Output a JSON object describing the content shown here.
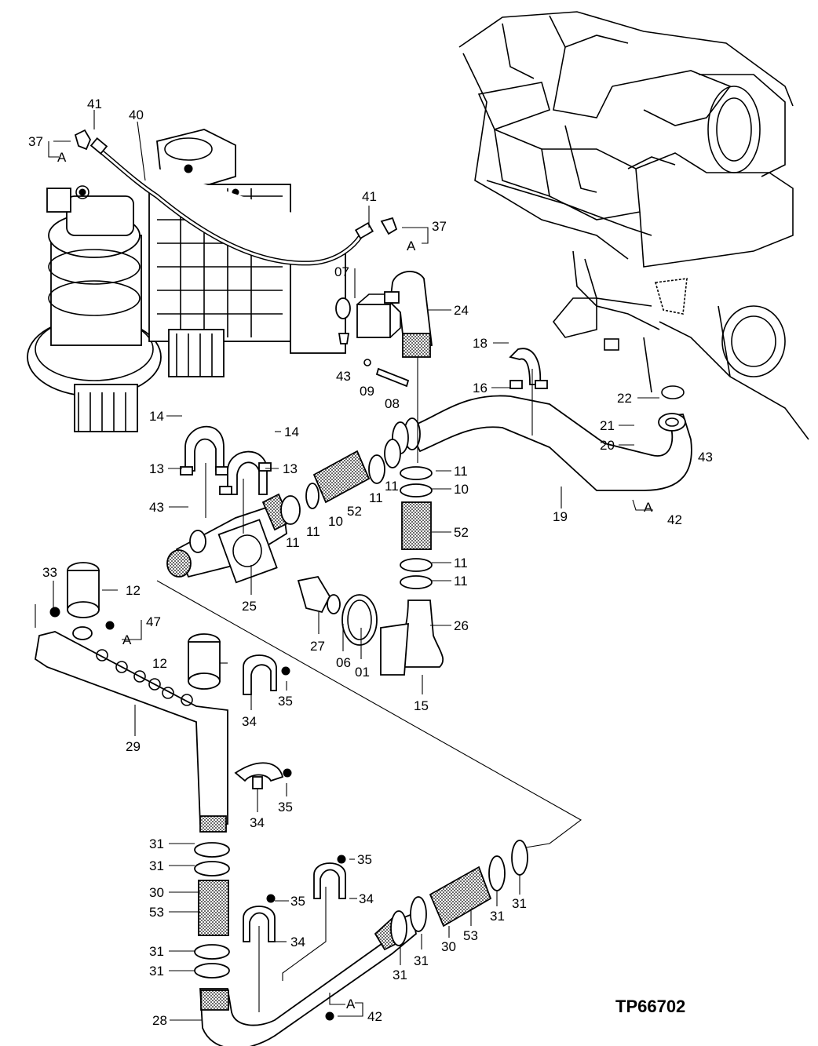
{
  "drawing_code": "TP66702",
  "callouts": [
    {
      "id": "c41a",
      "text": "41"
    },
    {
      "id": "c40",
      "text": "40"
    },
    {
      "id": "c37a",
      "text": "37"
    },
    {
      "id": "cAa",
      "text": "A"
    },
    {
      "id": "c41b",
      "text": "41"
    },
    {
      "id": "c37b",
      "text": "37"
    },
    {
      "id": "cAb",
      "text": "A"
    },
    {
      "id": "c07",
      "text": "07"
    },
    {
      "id": "c24",
      "text": "24"
    },
    {
      "id": "c43a",
      "text": "43"
    },
    {
      "id": "c09",
      "text": "09"
    },
    {
      "id": "c08",
      "text": "08"
    },
    {
      "id": "c18",
      "text": "18"
    },
    {
      "id": "c16",
      "text": "16"
    },
    {
      "id": "c22",
      "text": "22"
    },
    {
      "id": "c21",
      "text": "21"
    },
    {
      "id": "c20",
      "text": "20"
    },
    {
      "id": "c43b",
      "text": "43"
    },
    {
      "id": "c14a",
      "text": "14"
    },
    {
      "id": "c14b",
      "text": "14"
    },
    {
      "id": "c13a",
      "text": "13"
    },
    {
      "id": "c13b",
      "text": "13"
    },
    {
      "id": "c11a",
      "text": "11"
    },
    {
      "id": "c11b",
      "text": "11"
    },
    {
      "id": "c11c",
      "text": "11"
    },
    {
      "id": "c11d",
      "text": "11"
    },
    {
      "id": "c11e",
      "text": "11"
    },
    {
      "id": "c10a",
      "text": "10"
    },
    {
      "id": "c52a",
      "text": "52"
    },
    {
      "id": "c10b",
      "text": "10"
    },
    {
      "id": "c52b",
      "text": "52"
    },
    {
      "id": "c11f",
      "text": "11"
    },
    {
      "id": "c11g",
      "text": "11"
    },
    {
      "id": "c43c",
      "text": "43"
    },
    {
      "id": "c19",
      "text": "19"
    },
    {
      "id": "cAc",
      "text": "A"
    },
    {
      "id": "c42a",
      "text": "42"
    },
    {
      "id": "c33",
      "text": "33"
    },
    {
      "id": "c12a",
      "text": "12"
    },
    {
      "id": "c47",
      "text": "47"
    },
    {
      "id": "cAd",
      "text": "A"
    },
    {
      "id": "c25",
      "text": "25"
    },
    {
      "id": "c27",
      "text": "27"
    },
    {
      "id": "c06",
      "text": "06"
    },
    {
      "id": "c01",
      "text": "01"
    },
    {
      "id": "c26",
      "text": "26"
    },
    {
      "id": "c12b",
      "text": "12"
    },
    {
      "id": "c15",
      "text": "15"
    },
    {
      "id": "c35a",
      "text": "35"
    },
    {
      "id": "c34a",
      "text": "34"
    },
    {
      "id": "c29",
      "text": "29"
    },
    {
      "id": "c35b",
      "text": "35"
    },
    {
      "id": "c34b",
      "text": "34"
    },
    {
      "id": "c31a",
      "text": "31"
    },
    {
      "id": "c31b",
      "text": "31"
    },
    {
      "id": "c35c",
      "text": "35"
    },
    {
      "id": "c30a",
      "text": "30"
    },
    {
      "id": "c53a",
      "text": "53"
    },
    {
      "id": "c35d",
      "text": "35"
    },
    {
      "id": "c34c",
      "text": "34"
    },
    {
      "id": "c34d",
      "text": "34"
    },
    {
      "id": "c31c",
      "text": "31"
    },
    {
      "id": "c31d",
      "text": "31"
    },
    {
      "id": "c31e",
      "text": "31"
    },
    {
      "id": "c31f",
      "text": "31"
    },
    {
      "id": "c30b",
      "text": "30"
    },
    {
      "id": "c53b",
      "text": "53"
    },
    {
      "id": "c31g",
      "text": "31"
    },
    {
      "id": "c31h",
      "text": "31"
    },
    {
      "id": "c28",
      "text": "28"
    },
    {
      "id": "cAe",
      "text": "A"
    },
    {
      "id": "c42b",
      "text": "42"
    }
  ]
}
